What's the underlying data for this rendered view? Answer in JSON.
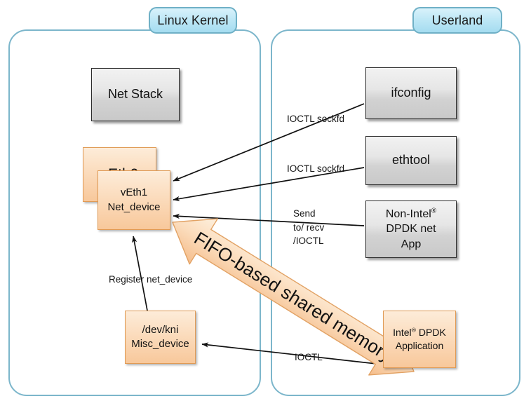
{
  "diagram": {
    "title_left": "Linux Kernel",
    "title_right": "Userland",
    "panels": [
      {
        "name": "kernel",
        "label": "Linux Kernel"
      },
      {
        "name": "userland",
        "label": "Userland"
      }
    ],
    "kernel_boxes": [
      {
        "name": "net-stack",
        "label": "Net Stack",
        "style": "grey"
      },
      {
        "name": "veth0",
        "label": "vEth0",
        "style": "orange"
      },
      {
        "name": "veth1",
        "line1": "vEth1",
        "line2": "Net_device",
        "style": "orange"
      },
      {
        "name": "kni-misc-device",
        "line1": "/dev/kni",
        "line2": "Misc_device",
        "style": "orange"
      }
    ],
    "userland_boxes": [
      {
        "name": "ifconfig",
        "label": "ifconfig",
        "style": "grey"
      },
      {
        "name": "ethtool",
        "label": "ethtool",
        "style": "grey"
      },
      {
        "name": "non-intel-dpdk-net-app",
        "line1": "Non-Intel",
        "reg1": "®",
        "line2": "DPDK net",
        "line3": "App",
        "style": "grey"
      },
      {
        "name": "intel-dpdk-application",
        "line1": "Intel",
        "reg1": "®",
        "line1b": " DPDK",
        "line2": "Application",
        "style": "orange"
      }
    ],
    "edge_labels": [
      {
        "name": "ioctl-sockfd-ifconfig",
        "text": "IOCTL sockfd"
      },
      {
        "name": "ioctl-sockfd-ethtool",
        "text": "IOCTL sockfd"
      },
      {
        "name": "send-recv-ioctl",
        "line1": "Send",
        "line2": "to/ recv",
        "line3": "/IOCTL"
      },
      {
        "name": "register-net-device",
        "text": "Register net_device"
      },
      {
        "name": "ioctl-dpdk-app",
        "text": "IOCTL"
      }
    ],
    "fifo_arrow": {
      "name": "fifo-based-shared-memory-arrow",
      "label": "FIFO-based shared memory"
    },
    "colors": {
      "panel_border": "#7cb6cb",
      "tab_fill": "#bfe8f6",
      "orange_fill": "#fbdcbd",
      "orange_border": "#e09a54",
      "grey_fill": "#e0e0e0",
      "grey_border": "#2b2b2b",
      "arrow_stroke": "#111111"
    }
  }
}
